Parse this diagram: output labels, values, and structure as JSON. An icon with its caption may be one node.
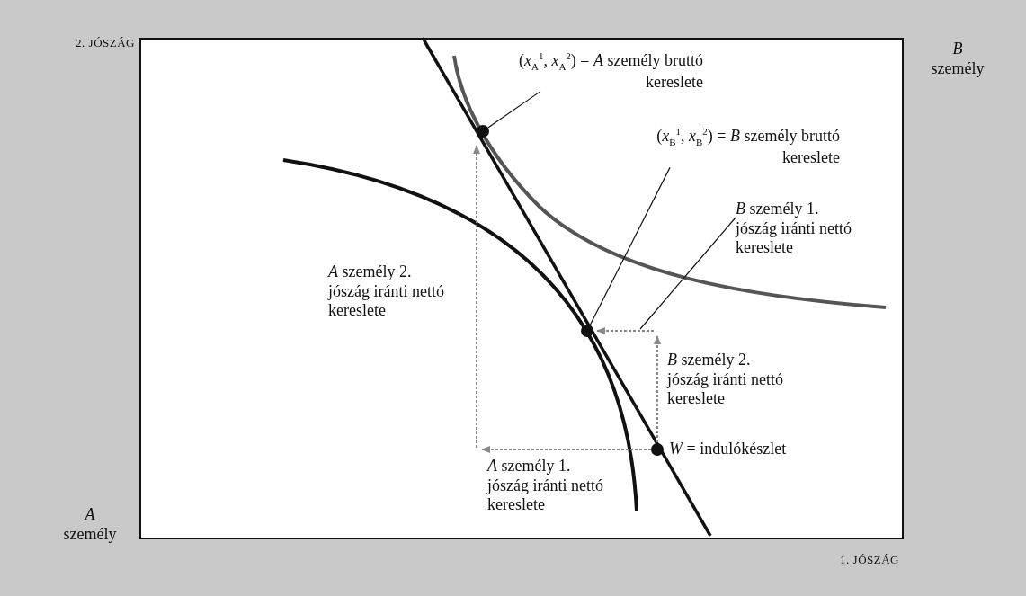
{
  "diagram": {
    "nodes": [
      {
        "text": [
          "(*x*$_{A}$$^{1}$, *x*$_{A}$$^{2}$) = *A* személy bruttó kereslete"
        ]
      },
      {
        "text": [],
        "shape": "circle"
      },
      {
        "text": [
          "(*x*$_{B}$$^{1}$, *x*$_{B}$$^{2}$) = *B* személy bruttó kereslete"
        ]
      },
      {
        "text": [
          "*B* személy 1. jószág iránti nettó kereslete"
        ]
      },
      {
        "text": [],
        "shape": "circle"
      },
      {
        "text": [],
        "shape": "circle",
        "beside": [
          "*W* = indulókészlet"
        ]
      }
    ],
    "edges": [
      {
        "from": 0,
        "to": 1,
        "arrow": "none"
      },
      {
        "from": 2,
        "to": 4,
        "arrow": "none"
      },
      {
        "from": 3,
        "to": null,
        "arrow": "none"
      }
    ],
    "labels": [
      "2. JÓSZÁG",
      "*B* személy",
      "*A* személy 2. jószág iránti nettó kereslete",
      "*B* személy 2. jószág iránti nettó kereslete",
      "*A* személy 1. jószág iránti nettó kereslete",
      "*A* személy",
      "1. JÓSZÁG"
    ]
  }
}
